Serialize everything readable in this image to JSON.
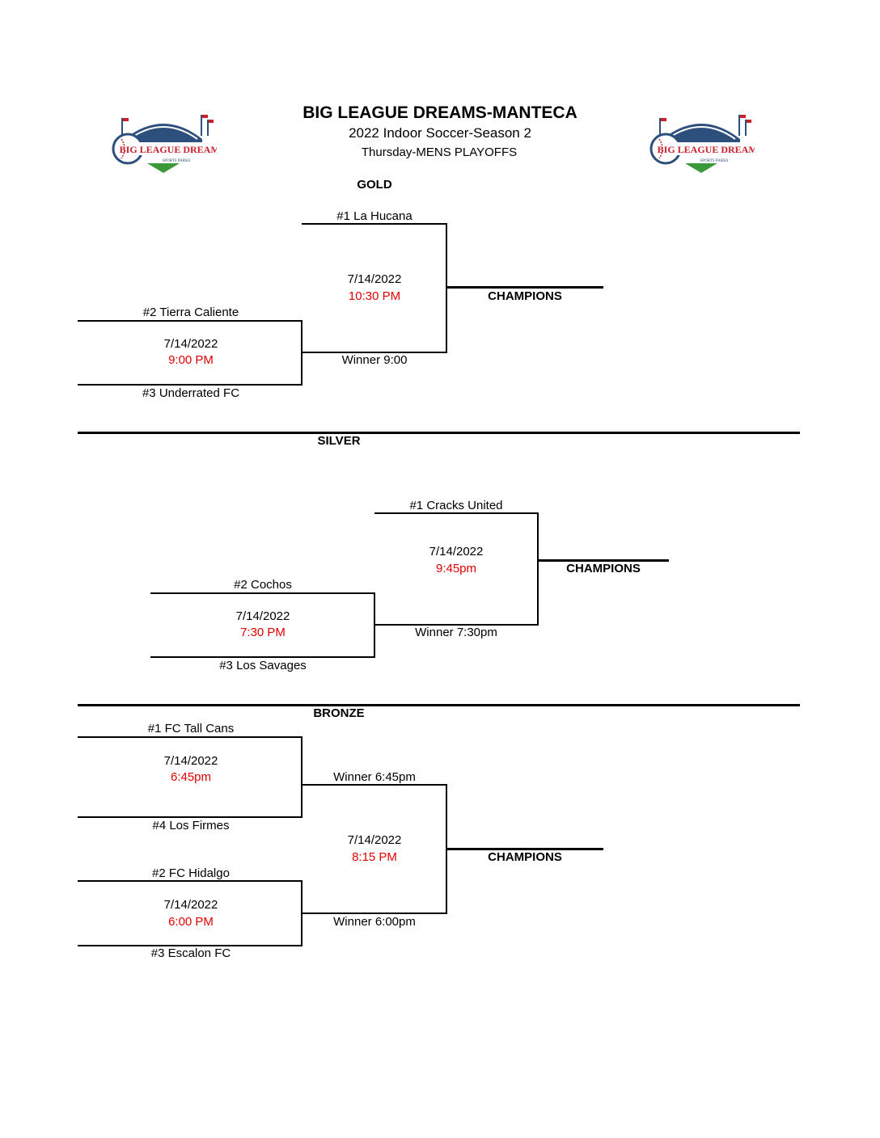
{
  "header": {
    "title": "BIG LEAGUE DREAMS-MANTECA",
    "subtitle": "2022 Indoor Soccer-Season 2",
    "subtitle2": "Thursday-MENS PLAYOFFS",
    "logo_text": "BIG LEAGUE DREAMS",
    "logo_subtext": "SPORTS PARKS"
  },
  "gold": {
    "label": "GOLD",
    "seed1": "#1 La Hucana",
    "seed2": "#2 Tierra Caliente",
    "seed3": "#3 Underrated FC",
    "game1_date": "7/14/2022",
    "game1_time": "9:00 PM",
    "final_date": "7/14/2022",
    "final_time": "10:30 PM",
    "winner_label": "Winner 9:00",
    "champions": "CHAMPIONS"
  },
  "silver": {
    "label": "SILVER",
    "seed1": "#1 Cracks United",
    "seed2": "#2 Cochos",
    "seed3": "#3 Los Savages",
    "game1_date": "7/14/2022",
    "game1_time": "7:30 PM",
    "final_date": "7/14/2022",
    "final_time": "9:45pm",
    "winner_label": "Winner 7:30pm",
    "champions": "CHAMPIONS"
  },
  "bronze": {
    "label": "BRONZE",
    "seed1": "#1 FC Tall Cans",
    "seed4": "#4 Los Firmes",
    "seed2": "#2 FC Hidalgo",
    "seed3": "#3 Escalon FC",
    "game1_date": "7/14/2022",
    "game1_time": "6:45pm",
    "game2_date": "7/14/2022",
    "game2_time": "6:00 PM",
    "final_date": "7/14/2022",
    "final_time": "8:15 PM",
    "winner1_label": "Winner 6:45pm",
    "winner2_label": "Winner 6:00pm",
    "champions": "CHAMPIONS"
  },
  "colors": {
    "time_red": "#e00000",
    "logo_blue": "#2d4f7c",
    "logo_red": "#c8202a",
    "logo_green": "#3a9a3a"
  }
}
